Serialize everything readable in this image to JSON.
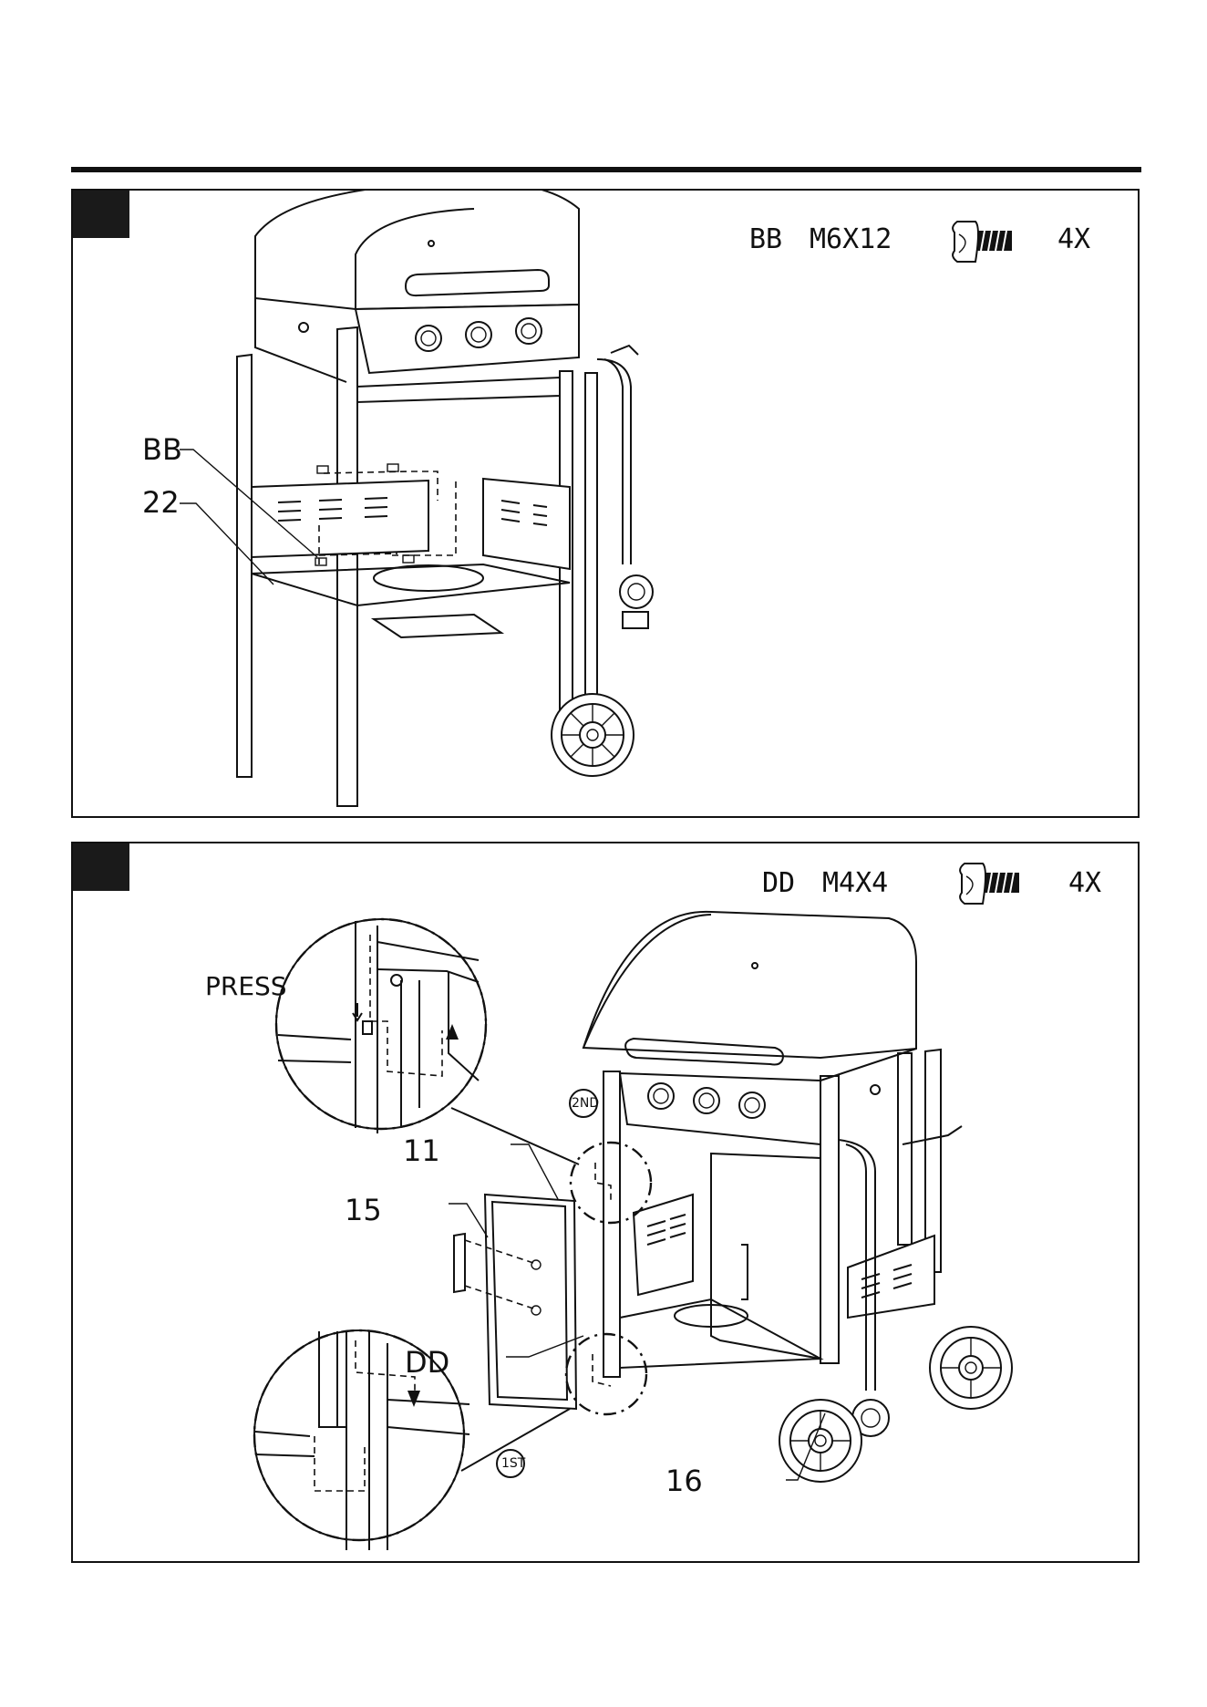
{
  "steps": [
    {
      "hardware": {
        "code": "BB",
        "size": "M6X12",
        "quantity": "4X"
      },
      "callouts": {
        "bolt": "BB",
        "panel": "22"
      }
    },
    {
      "hardware": {
        "code": "DD",
        "size": "M4X4",
        "quantity": "4X"
      },
      "callouts": {
        "press": "PRESS",
        "door_frame": "11",
        "handle": "15",
        "screw": "DD",
        "door": "16",
        "first": "1ST",
        "second": "2ND"
      }
    }
  ]
}
